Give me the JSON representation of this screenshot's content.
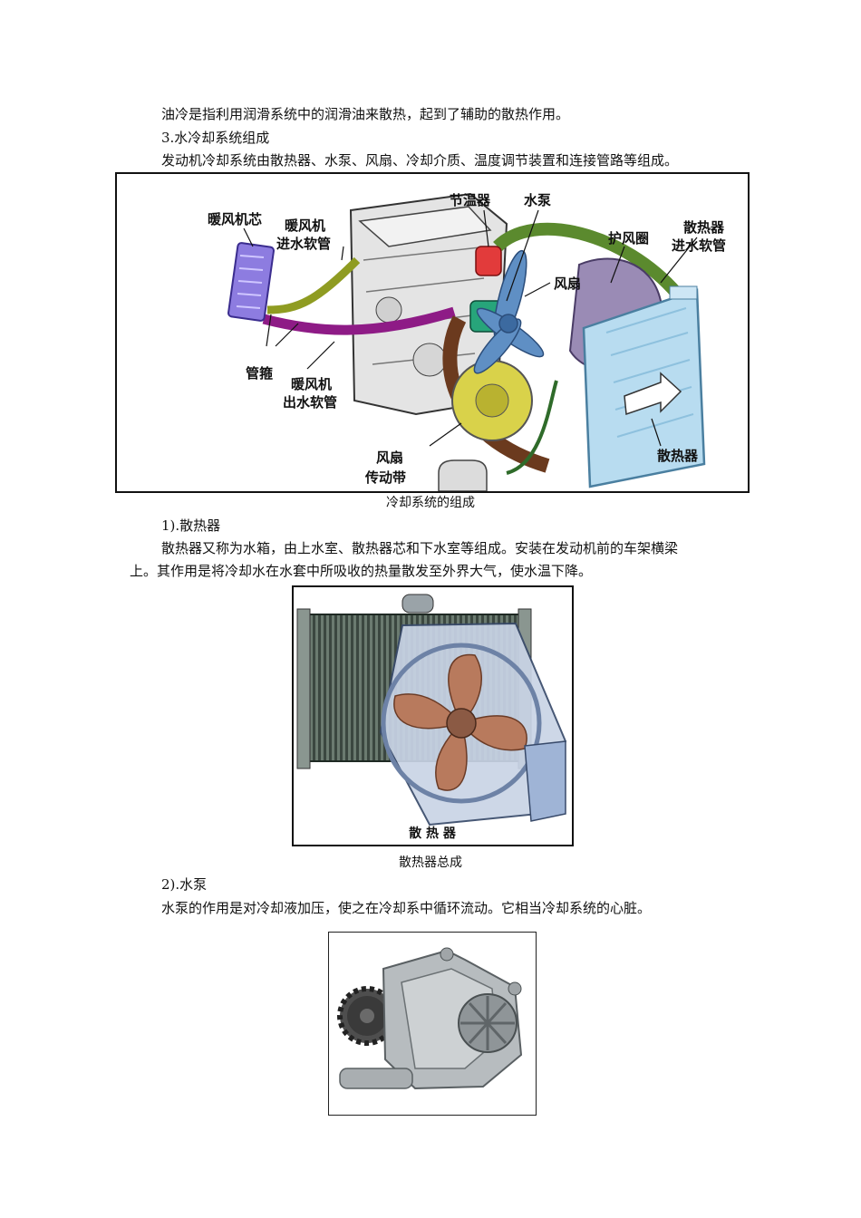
{
  "paragraphs": {
    "oil_cooling": "油冷是指利用润滑系统中的润滑油来散热，起到了辅助的散热作用。",
    "section_heading": "3.水冷却系统组成",
    "composition": "发动机冷却系统由散热器、水泵、风扇、冷却介质、温度调节装置和连接管路等组成。",
    "radiator_heading": "1).散热器",
    "radiator_desc_line1": "散热器又称为水箱，由上水室、散热器芯和下水室等组成。安装在发动机前的车架横梁",
    "radiator_desc_line2": "上。其作用是将冷却水在水套中所吸收的热量散发至外界大气，使水温下降。",
    "pump_heading": "2).水泵",
    "pump_desc": "水泵的作用是对冷却液加压，使之在冷却系中循环流动。它相当冷却系统的心脏。"
  },
  "figure1": {
    "caption": "冷却系统的组成",
    "labels": {
      "heater_core": "暖风机芯",
      "heater_inlet_1": "暖风机",
      "heater_inlet_2": "进水软管",
      "thermostat": "节温器",
      "water_pump": "水泵",
      "fan_shroud": "护风圈",
      "radiator_inlet_1": "散热器",
      "radiator_inlet_2": "进水软管",
      "fan": "风扇",
      "hose_clamp": "管箍",
      "heater_outlet_1": "暖风机",
      "heater_outlet_2": "出水软管",
      "fan_belt_1": "风扇",
      "fan_belt_2": "传动带",
      "radiator": "散热器"
    }
  },
  "figure2": {
    "caption": "散热器总成",
    "inner_label": "散 热 器"
  },
  "figure3": {
    "caption": ""
  }
}
